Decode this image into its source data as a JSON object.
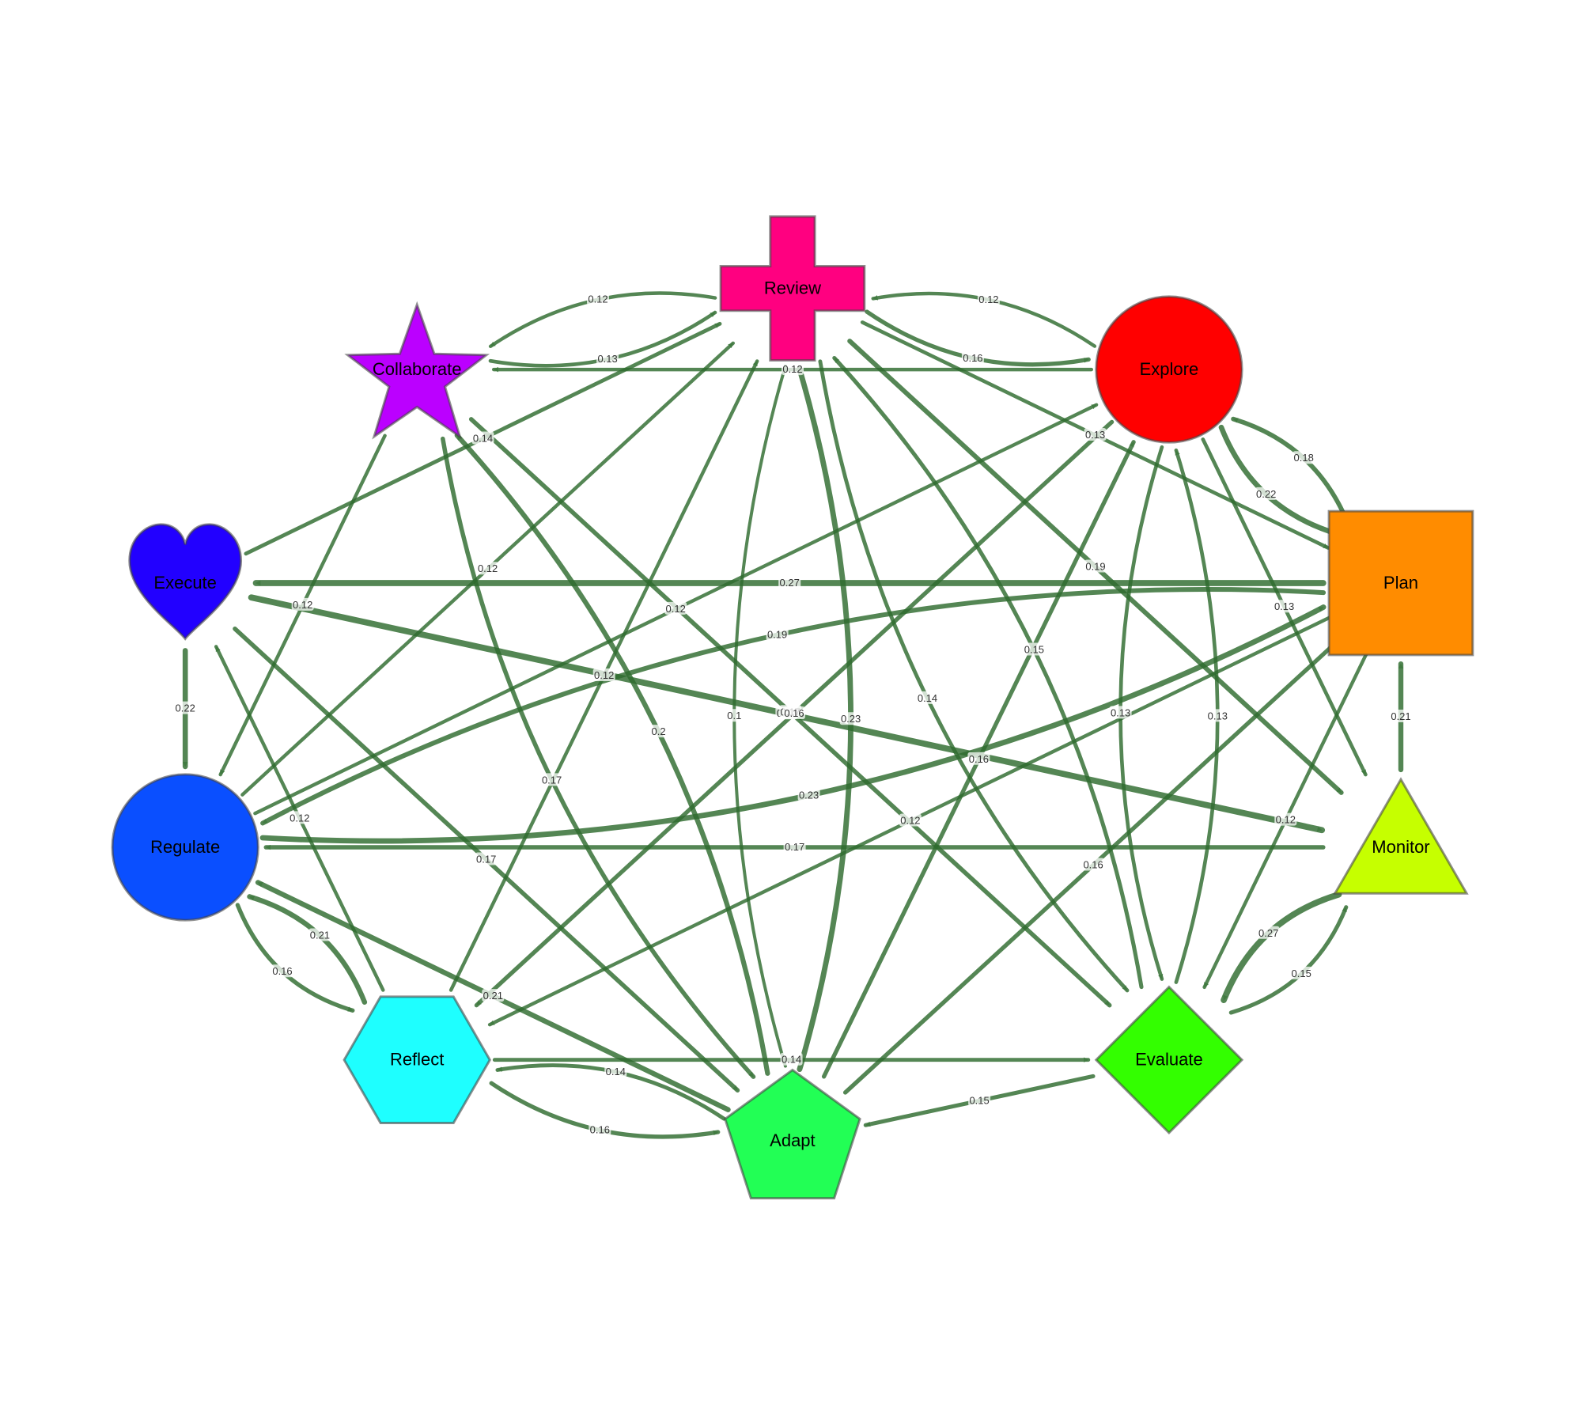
{
  "nodes": [
    {
      "id": "Review",
      "label": "Review",
      "shape": "cross",
      "color": "#ff0080"
    },
    {
      "id": "Explore",
      "label": "Explore",
      "shape": "circle",
      "color": "#ff0000"
    },
    {
      "id": "Plan",
      "label": "Plan",
      "shape": "square",
      "color": "#ff8c00"
    },
    {
      "id": "Monitor",
      "label": "Monitor",
      "shape": "triangle",
      "color": "#c6ff00"
    },
    {
      "id": "Evaluate",
      "label": "Evaluate",
      "shape": "diamond",
      "color": "#33ff00"
    },
    {
      "id": "Adapt",
      "label": "Adapt",
      "shape": "pentagon",
      "color": "#22ff55"
    },
    {
      "id": "Reflect",
      "label": "Reflect",
      "shape": "hexagon",
      "color": "#1effff"
    },
    {
      "id": "Regulate",
      "label": "Regulate",
      "shape": "circle",
      "color": "#0a4fff"
    },
    {
      "id": "Execute",
      "label": "Execute",
      "shape": "heart",
      "color": "#2200ff"
    },
    {
      "id": "Collaborate",
      "label": "Collaborate",
      "shape": "star",
      "color": "#bb00ff"
    }
  ],
  "edges": [
    {
      "from": "Collaborate",
      "to": "Review",
      "weight": 0.13,
      "label": "0.13"
    },
    {
      "from": "Review",
      "to": "Collaborate",
      "weight": 0.12,
      "label": "0.12"
    },
    {
      "from": "Explore",
      "to": "Review",
      "weight": 0.12,
      "label": "0.12"
    },
    {
      "from": "Review",
      "to": "Explore",
      "weight": 0.16,
      "label": "0.16"
    },
    {
      "from": "Explore",
      "to": "Collaborate",
      "weight": 0.12,
      "label": "0.12"
    },
    {
      "from": "Review",
      "to": "Plan",
      "weight": 0.13,
      "label": "0.13"
    },
    {
      "from": "Review",
      "to": "Monitor",
      "weight": 0.19,
      "label": "0.19"
    },
    {
      "from": "Explore",
      "to": "Plan",
      "weight": 0.22,
      "label": "0.22"
    },
    {
      "from": "Plan",
      "to": "Explore",
      "weight": 0.18,
      "label": "0.18"
    },
    {
      "from": "Explore",
      "to": "Monitor",
      "weight": 0.13,
      "label": "0.13"
    },
    {
      "from": "Plan",
      "to": "Execute",
      "weight": 0.27,
      "label": "0.27"
    },
    {
      "from": "Monitor",
      "to": "Plan",
      "weight": 0.21,
      "label": "0.21"
    },
    {
      "from": "Execute",
      "to": "Regulate",
      "weight": 0.22,
      "label": "0.22"
    },
    {
      "from": "Execute",
      "to": "Review",
      "weight": 0.14,
      "label": "0.14"
    },
    {
      "from": "Execute",
      "to": "Monitor",
      "weight": 0.27,
      "label": "0.27"
    },
    {
      "from": "Execute",
      "to": "Adapt",
      "weight": 0.17,
      "label": "0.17"
    },
    {
      "from": "Collaborate",
      "to": "Regulate",
      "weight": 0.12,
      "label": "0.12"
    },
    {
      "from": "Collaborate",
      "to": "Evaluate",
      "weight": 0.17,
      "label": "0.17"
    },
    {
      "from": "Regulate",
      "to": "Explore",
      "weight": 0.12,
      "label": "0.12"
    },
    {
      "from": "Regulate",
      "to": "Plan",
      "weight": 0.23,
      "label": "0.23"
    },
    {
      "from": "Monitor",
      "to": "Regulate",
      "weight": 0.17,
      "label": "0.17"
    },
    {
      "from": "Plan",
      "to": "Regulate",
      "weight": 0.19,
      "label": "0.19"
    },
    {
      "from": "Adapt",
      "to": "Collaborate",
      "weight": 0.2,
      "label": "0.2"
    },
    {
      "from": "Collaborate",
      "to": "Adapt",
      "weight": 0.17,
      "label": "0.17"
    },
    {
      "from": "Reflect",
      "to": "Review",
      "weight": 0.12,
      "label": "0.12"
    },
    {
      "from": "Regulate",
      "to": "Review",
      "weight": 0.12,
      "label": "0.12"
    },
    {
      "from": "Review",
      "to": "Adapt",
      "weight": 0.1,
      "label": "0.1"
    },
    {
      "from": "Adapt",
      "to": "Review",
      "weight": 0.23,
      "label": "0.23"
    },
    {
      "from": "Review",
      "to": "Evaluate",
      "weight": 0.14,
      "label": "0.14"
    },
    {
      "from": "Evaluate",
      "to": "Review",
      "weight": 0.15,
      "label": "0.15"
    },
    {
      "from": "Explore",
      "to": "Reflect",
      "weight": 0.16,
      "label": "0.16"
    },
    {
      "from": "Explore",
      "to": "Evaluate",
      "weight": 0.13,
      "label": "0.13"
    },
    {
      "from": "Evaluate",
      "to": "Explore",
      "weight": 0.13,
      "label": "0.13"
    },
    {
      "from": "Adapt",
      "to": "Explore",
      "weight": 0.16,
      "label": "0.16"
    },
    {
      "from": "Plan",
      "to": "Evaluate",
      "weight": 0.12,
      "label": "0.12"
    },
    {
      "from": "Adapt",
      "to": "Plan",
      "weight": 0.16,
      "label": "0.16"
    },
    {
      "from": "Evaluate",
      "to": "Monitor",
      "weight": 0.15,
      "label": "0.15"
    },
    {
      "from": "Monitor",
      "to": "Evaluate",
      "weight": 0.27,
      "label": "0.27"
    },
    {
      "from": "Regulate",
      "to": "Reflect",
      "weight": 0.16,
      "label": "0.16"
    },
    {
      "from": "Reflect",
      "to": "Regulate",
      "weight": 0.21,
      "label": "0.21"
    },
    {
      "from": "Adapt",
      "to": "Regulate",
      "weight": 0.21,
      "label": "0.21"
    },
    {
      "from": "Reflect",
      "to": "Execute",
      "weight": 0.12,
      "label": "0.12"
    },
    {
      "from": "Reflect",
      "to": "Adapt",
      "weight": 0.16,
      "label": "0.16"
    },
    {
      "from": "Adapt",
      "to": "Reflect",
      "weight": 0.14,
      "label": "0.14"
    },
    {
      "from": "Reflect",
      "to": "Evaluate",
      "weight": 0.14,
      "label": "0.14"
    },
    {
      "from": "Evaluate",
      "to": "Adapt",
      "weight": 0.15,
      "label": "0.15"
    },
    {
      "from": "Plan",
      "to": "Reflect",
      "weight": 0.12,
      "label": "0.12"
    }
  ]
}
